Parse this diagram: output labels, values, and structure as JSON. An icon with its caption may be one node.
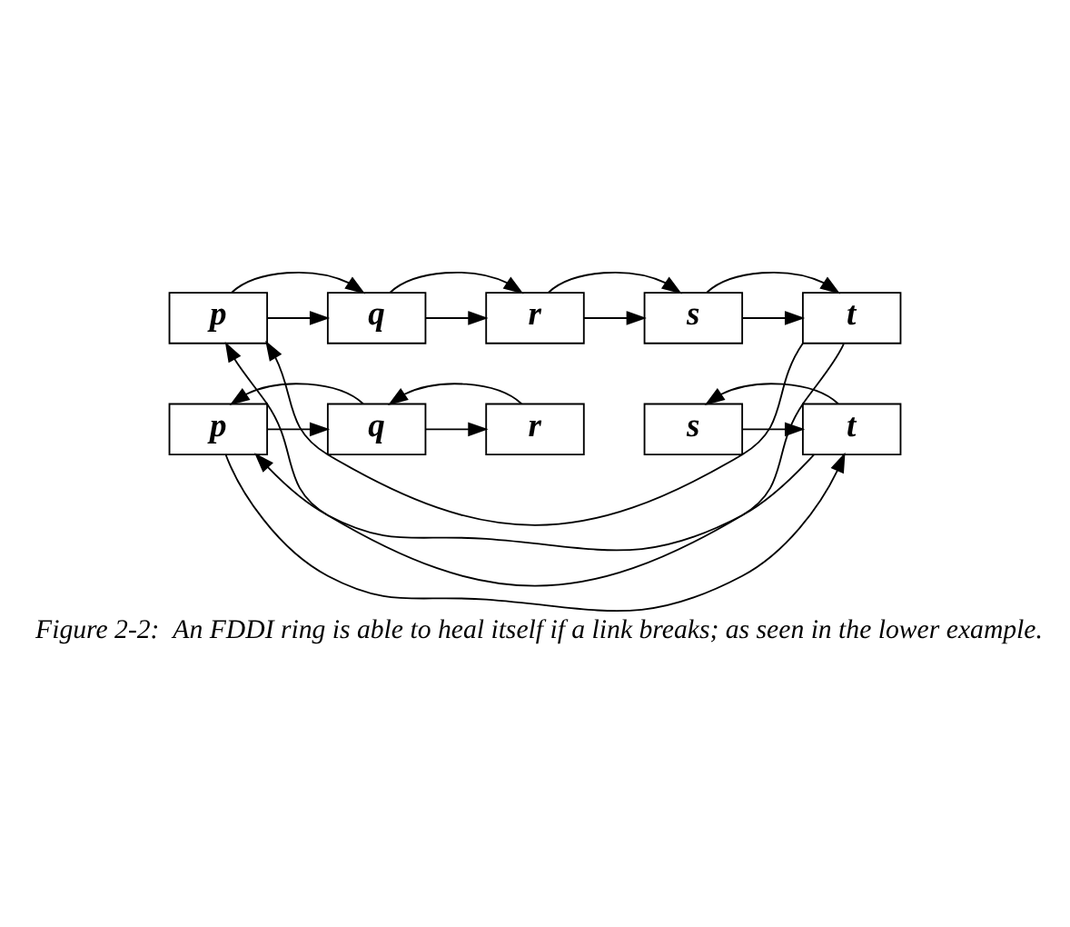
{
  "diagram": {
    "caption": "Figure 2-2:  An FDDI ring is able to heal itself if a link breaks; as seen in the lower example.",
    "nodes": [
      {
        "text": [
          "p"
        ]
      },
      {
        "text": [
          "q"
        ]
      },
      {
        "text": [
          "r"
        ]
      },
      {
        "text": [
          "s"
        ]
      },
      {
        "text": [
          "t"
        ]
      },
      {
        "text": [
          "p"
        ]
      },
      {
        "text": [
          "q"
        ]
      },
      {
        "text": [
          "r"
        ]
      },
      {
        "text": [
          "s"
        ]
      },
      {
        "text": [
          "t"
        ]
      }
    ],
    "edges": [
      {
        "from": 0,
        "to": 1,
        "arrow": "to"
      },
      {
        "from": 0,
        "to": 1,
        "arrow": "to"
      },
      {
        "from": 1,
        "to": 2,
        "arrow": "to"
      },
      {
        "from": 1,
        "to": 2,
        "arrow": "to"
      },
      {
        "from": 2,
        "to": 3,
        "arrow": "to"
      },
      {
        "from": 2,
        "to": 3,
        "arrow": "to"
      },
      {
        "from": 3,
        "to": 4,
        "arrow": "to"
      },
      {
        "from": 3,
        "to": 4,
        "arrow": "to"
      },
      {
        "from": 4,
        "to": 0,
        "arrow": "to"
      },
      {
        "from": 4,
        "to": 0,
        "arrow": "to"
      },
      {
        "from": 5,
        "to": 6,
        "arrow": "to"
      },
      {
        "from": 6,
        "to": 5,
        "arrow": "to"
      },
      {
        "from": 6,
        "to": 7,
        "arrow": "to"
      },
      {
        "from": 7,
        "to": 6,
        "arrow": "to"
      },
      {
        "from": 8,
        "to": 9,
        "arrow": "to"
      },
      {
        "from": 9,
        "to": 8,
        "arrow": "to"
      },
      {
        "from": 9,
        "to": 5,
        "arrow": "to"
      },
      {
        "from": 5,
        "to": 9,
        "arrow": "to"
      }
    ]
  }
}
